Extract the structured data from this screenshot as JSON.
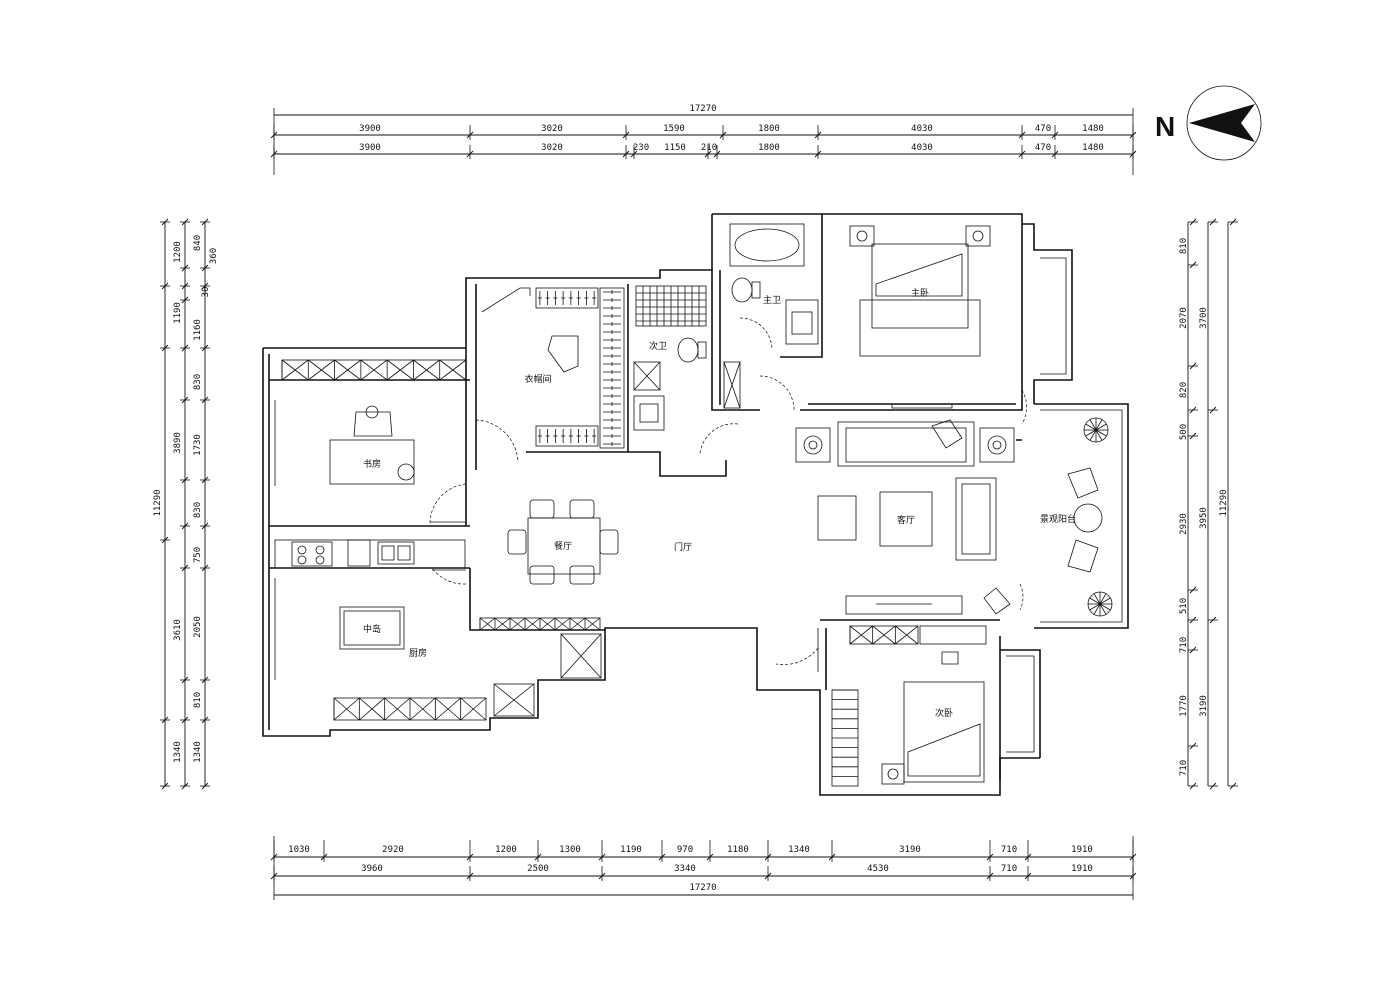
{
  "north": {
    "label": "N"
  },
  "dims": {
    "top_total": "17270",
    "top_row1": [
      "3900",
      "3020",
      "1590",
      "1800",
      "4030",
      "470",
      "1480"
    ],
    "top_row2": [
      "3900",
      "3020",
      "230",
      "1150",
      "210",
      "1800",
      "4030",
      "470",
      "1480"
    ],
    "left_outer": [
      "1200",
      "1190",
      "3890",
      "3610",
      "1340"
    ],
    "left_inner": [
      "840",
      "360",
      "30",
      "1160",
      "830",
      "1730",
      "830",
      "750",
      "2050",
      "810",
      "1340"
    ],
    "left_total": "11290",
    "right_inner": [
      "810",
      "2070",
      "820",
      "500",
      "2930",
      "510",
      "710",
      "1770",
      "710"
    ],
    "right_mid": [
      "3700",
      "3950",
      "3190"
    ],
    "right_total": "11290",
    "bottom_row1": [
      "1030",
      "2920",
      "1200",
      "1300",
      "1190",
      "970",
      "1180",
      "1340",
      "3190",
      "710",
      "1910"
    ],
    "bottom_row2": [
      "3960",
      "2500",
      "3340",
      "4530",
      "710",
      "1910"
    ],
    "bottom_total": "17270"
  },
  "rooms": {
    "master_bedroom": "主卧",
    "master_bath": "主卫",
    "cloakroom": "衣帽间",
    "guest_bath": "次卫",
    "study": "书房",
    "dining": "餐厅",
    "foyer": "门厅",
    "living": "客厅",
    "balcony": "景观阳台",
    "kitchen": "厨房",
    "island": "中岛",
    "second_bedroom": "次卧"
  }
}
